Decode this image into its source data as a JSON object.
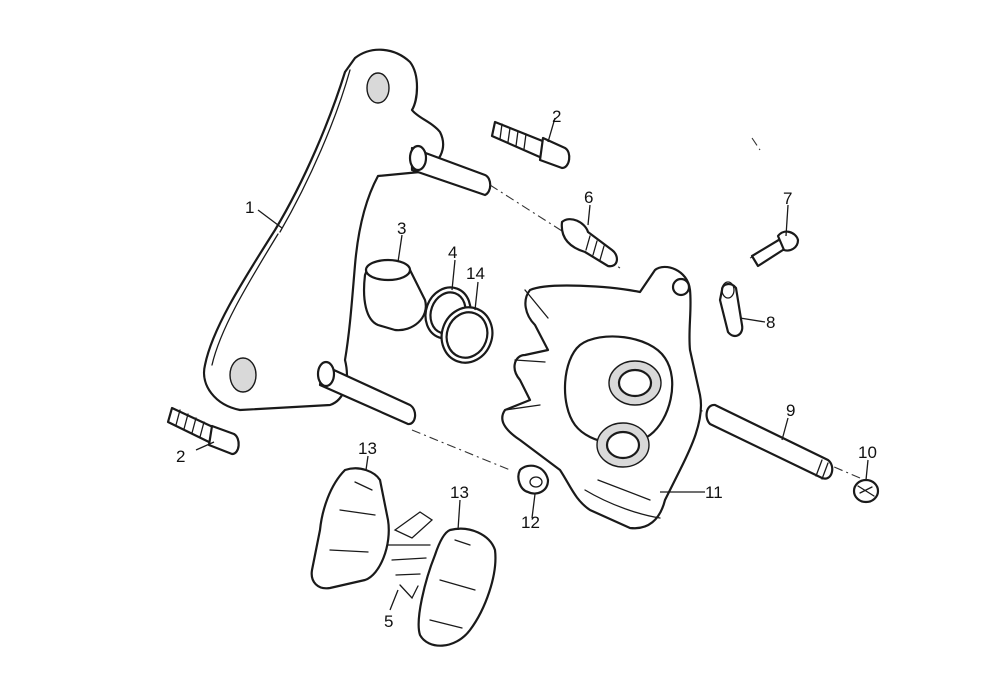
{
  "diagram": {
    "callouts": [
      {
        "id": "1",
        "label": "1"
      },
      {
        "id": "2a",
        "label": "2"
      },
      {
        "id": "2b",
        "label": "2"
      },
      {
        "id": "3",
        "label": "3"
      },
      {
        "id": "4",
        "label": "4"
      },
      {
        "id": "5",
        "label": "5"
      },
      {
        "id": "6",
        "label": "6"
      },
      {
        "id": "7",
        "label": "7"
      },
      {
        "id": "8",
        "label": "8"
      },
      {
        "id": "9",
        "label": "9"
      },
      {
        "id": "10",
        "label": "10"
      },
      {
        "id": "11",
        "label": "11"
      },
      {
        "id": "12",
        "label": "12"
      },
      {
        "id": "13a",
        "label": "13"
      },
      {
        "id": "13b",
        "label": "13"
      },
      {
        "id": "14",
        "label": "14"
      }
    ]
  }
}
